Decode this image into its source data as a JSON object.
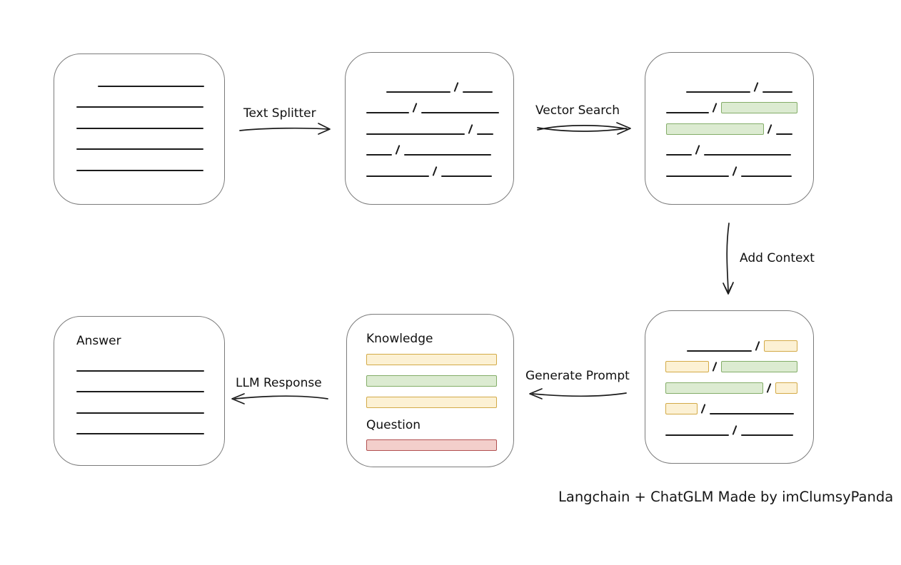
{
  "caption": "Langchain + ChatGLM Made by imClumsyPanda",
  "colors": {
    "box_border": "#7b7b7b",
    "line": "#1b1b1b",
    "green_fill": "#dcebd1",
    "green_stroke": "#83ad68",
    "yellow_fill": "#fcf1d4",
    "yellow_stroke": "#d3aa47",
    "red_fill": "#f3cfcb",
    "red_stroke": "#b15050"
  },
  "arrows": [
    {
      "id": "text-splitter",
      "label": "Text Splitter"
    },
    {
      "id": "vector-search",
      "label": "Vector Search"
    },
    {
      "id": "add-context",
      "label": "Add Context"
    },
    {
      "id": "generate-prompt",
      "label": "Generate Prompt"
    },
    {
      "id": "llm-response",
      "label": "LLM Response"
    }
  ],
  "nodes": {
    "document": {
      "rows": [
        [
          {
            "t": "gap",
            "w": 30
          },
          {
            "t": "line",
            "w": 149
          }
        ],
        [
          {
            "t": "line",
            "w": 178
          }
        ],
        [
          {
            "t": "line",
            "w": 178
          }
        ],
        [
          {
            "t": "line",
            "w": 178
          }
        ],
        [
          {
            "t": "line",
            "w": 178
          }
        ]
      ]
    },
    "chunks": {
      "rows": [
        [
          {
            "t": "gap",
            "w": 28
          },
          {
            "t": "line",
            "w": 90
          },
          {
            "t": "slash"
          },
          {
            "t": "line",
            "w": 42
          }
        ],
        [
          {
            "t": "line",
            "w": 60
          },
          {
            "t": "slash"
          },
          {
            "t": "line",
            "w": 109
          }
        ],
        [
          {
            "t": "line",
            "w": 138
          },
          {
            "t": "slash"
          },
          {
            "t": "line",
            "w": 23
          }
        ],
        [
          {
            "t": "line",
            "w": 36
          },
          {
            "t": "slash"
          },
          {
            "t": "line",
            "w": 122
          }
        ],
        [
          {
            "t": "line",
            "w": 88
          },
          {
            "t": "slash"
          },
          {
            "t": "line",
            "w": 71
          }
        ]
      ]
    },
    "retrieved": {
      "rows": [
        [
          {
            "t": "gap",
            "w": 28
          },
          {
            "t": "line",
            "w": 90
          },
          {
            "t": "slash"
          },
          {
            "t": "line",
            "w": 42
          }
        ],
        [
          {
            "t": "line",
            "w": 60
          },
          {
            "t": "slash"
          },
          {
            "t": "chunk",
            "w": 107,
            "c": "green"
          }
        ],
        [
          {
            "t": "chunk",
            "w": 137,
            "c": "green"
          },
          {
            "t": "slash"
          },
          {
            "t": "line",
            "w": 23
          }
        ],
        [
          {
            "t": "line",
            "w": 36
          },
          {
            "t": "slash"
          },
          {
            "t": "line",
            "w": 122
          }
        ],
        [
          {
            "t": "line",
            "w": 88
          },
          {
            "t": "slash"
          },
          {
            "t": "line",
            "w": 71
          }
        ]
      ]
    },
    "context": {
      "rows": [
        [
          {
            "t": "gap",
            "w": 30
          },
          {
            "t": "line",
            "w": 91
          },
          {
            "t": "slash"
          },
          {
            "t": "chunk",
            "w": 47,
            "c": "yellow"
          }
        ],
        [
          {
            "t": "chunk",
            "w": 61,
            "c": "yellow"
          },
          {
            "t": "slash"
          },
          {
            "t": "chunk",
            "w": 107,
            "c": "green"
          }
        ],
        [
          {
            "t": "chunk",
            "w": 137,
            "c": "green"
          },
          {
            "t": "slash"
          },
          {
            "t": "chunk",
            "w": 31,
            "c": "yellow"
          }
        ],
        [
          {
            "t": "chunk",
            "w": 45,
            "c": "yellow"
          },
          {
            "t": "slash"
          },
          {
            "t": "line",
            "w": 118
          }
        ],
        [
          {
            "t": "line",
            "w": 89
          },
          {
            "t": "slash"
          },
          {
            "t": "line",
            "w": 73
          }
        ]
      ]
    },
    "prompt": {
      "knowledge_label": "Knowledge",
      "question_label": "Question",
      "knowledge_bars": [
        "yellow",
        "green",
        "yellow"
      ],
      "question_bars": [
        "red"
      ]
    },
    "answer": {
      "label": "Answer",
      "rows": [
        [
          {
            "t": "line",
            "w": 179
          }
        ],
        [
          {
            "t": "line",
            "w": 179
          }
        ],
        [
          {
            "t": "line",
            "w": 179
          }
        ],
        [
          {
            "t": "line",
            "w": 179
          }
        ]
      ]
    }
  }
}
